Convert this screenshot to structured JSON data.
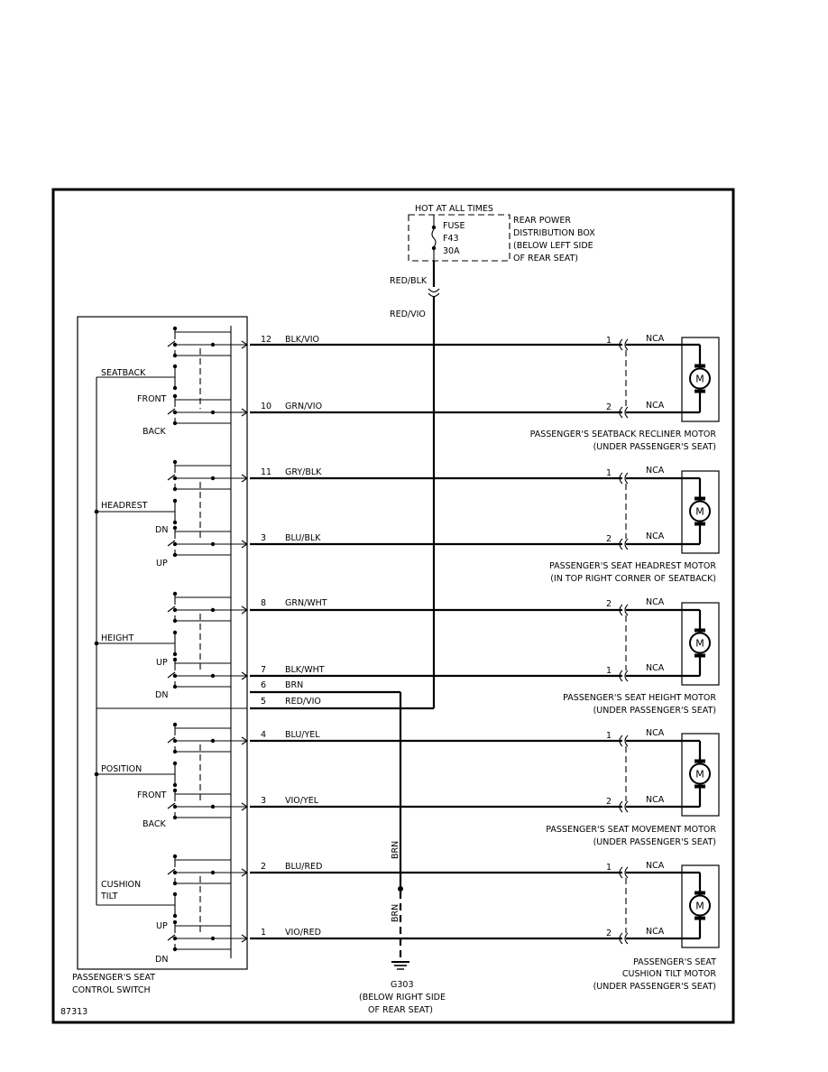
{
  "diagram_id": "87313",
  "power": {
    "hot_label": "HOT AT ALL TIMES",
    "fuse_label": "FUSE",
    "fuse_id": "F43",
    "fuse_rating": "30A",
    "box_line1": "REAR POWER",
    "box_line2": "DISTRIBUTION BOX",
    "box_line3": "(BELOW LEFT SIDE",
    "box_line4": "OF REAR SEAT)",
    "wire_above": "RED/BLK",
    "wire_below": "RED/VIO"
  },
  "switch": {
    "name_line1": "PASSENGER'S SEAT",
    "name_line2": "CONTROL SWITCH",
    "seatback": "SEATBACK",
    "front1": "FRONT",
    "back1": "BACK",
    "headrest": "HEADREST",
    "dn1": "DN",
    "up1": "UP",
    "height": "HEIGHT",
    "up2": "UP",
    "dn2": "DN",
    "position": "POSITION",
    "front2": "FRONT",
    "back2": "BACK",
    "cushion_line1": "CUSHION",
    "cushion_line2": "TILT",
    "up3": "UP",
    "dn3": "DN"
  },
  "pins": {
    "p12": "12",
    "c12": "BLK/VIO",
    "p10": "10",
    "c10": "GRN/VIO",
    "p11": "11",
    "c11": "GRY/BLK",
    "p3a": "3",
    "c3a": "BLU/BLK",
    "p8": "8",
    "c8": "GRN/WHT",
    "p7": "7",
    "c7": "BLK/WHT",
    "p6": "6",
    "c6": "BRN",
    "p5": "5",
    "c5": "RED/VIO",
    "p4": "4",
    "c4": "BLU/YEL",
    "p3b": "3",
    "c3b": "VIO/YEL",
    "p2": "2",
    "c2": "BLU/RED",
    "p1": "1",
    "c1": "VIO/RED"
  },
  "connectors": {
    "m1_top": "1",
    "m1_bot": "2",
    "m2_top": "1",
    "m2_bot": "2",
    "m3_top": "2",
    "m3_bot": "1",
    "m4_top": "1",
    "m4_bot": "2",
    "m5_top": "1",
    "m5_bot": "2",
    "nca": "NCA"
  },
  "motors": {
    "m_symbol": "M",
    "m1_line1": "PASSENGER'S SEATBACK RECLINER MOTOR",
    "m1_line2": "(UNDER PASSENGER'S SEAT)",
    "m2_line1": "PASSENGER'S SEAT HEADREST MOTOR",
    "m2_line2": "(IN TOP RIGHT CORNER OF SEATBACK)",
    "m3_line1": "PASSENGER'S SEAT HEIGHT MOTOR",
    "m3_line2": "(UNDER PASSENGER'S SEAT)",
    "m4_line1": "PASSENGER'S SEAT MOVEMENT MOTOR",
    "m4_line2": "(UNDER PASSENGER'S SEAT)",
    "m5_line1": "PASSENGER'S SEAT",
    "m5_line2": "CUSHION TILT MOTOR",
    "m5_line3": "(UNDER PASSENGER'S SEAT)"
  },
  "ground": {
    "brn_upper": "BRN",
    "brn_lower": "BRN",
    "id": "G303",
    "line1": "(BELOW RIGHT SIDE",
    "line2": "OF REAR SEAT)"
  }
}
